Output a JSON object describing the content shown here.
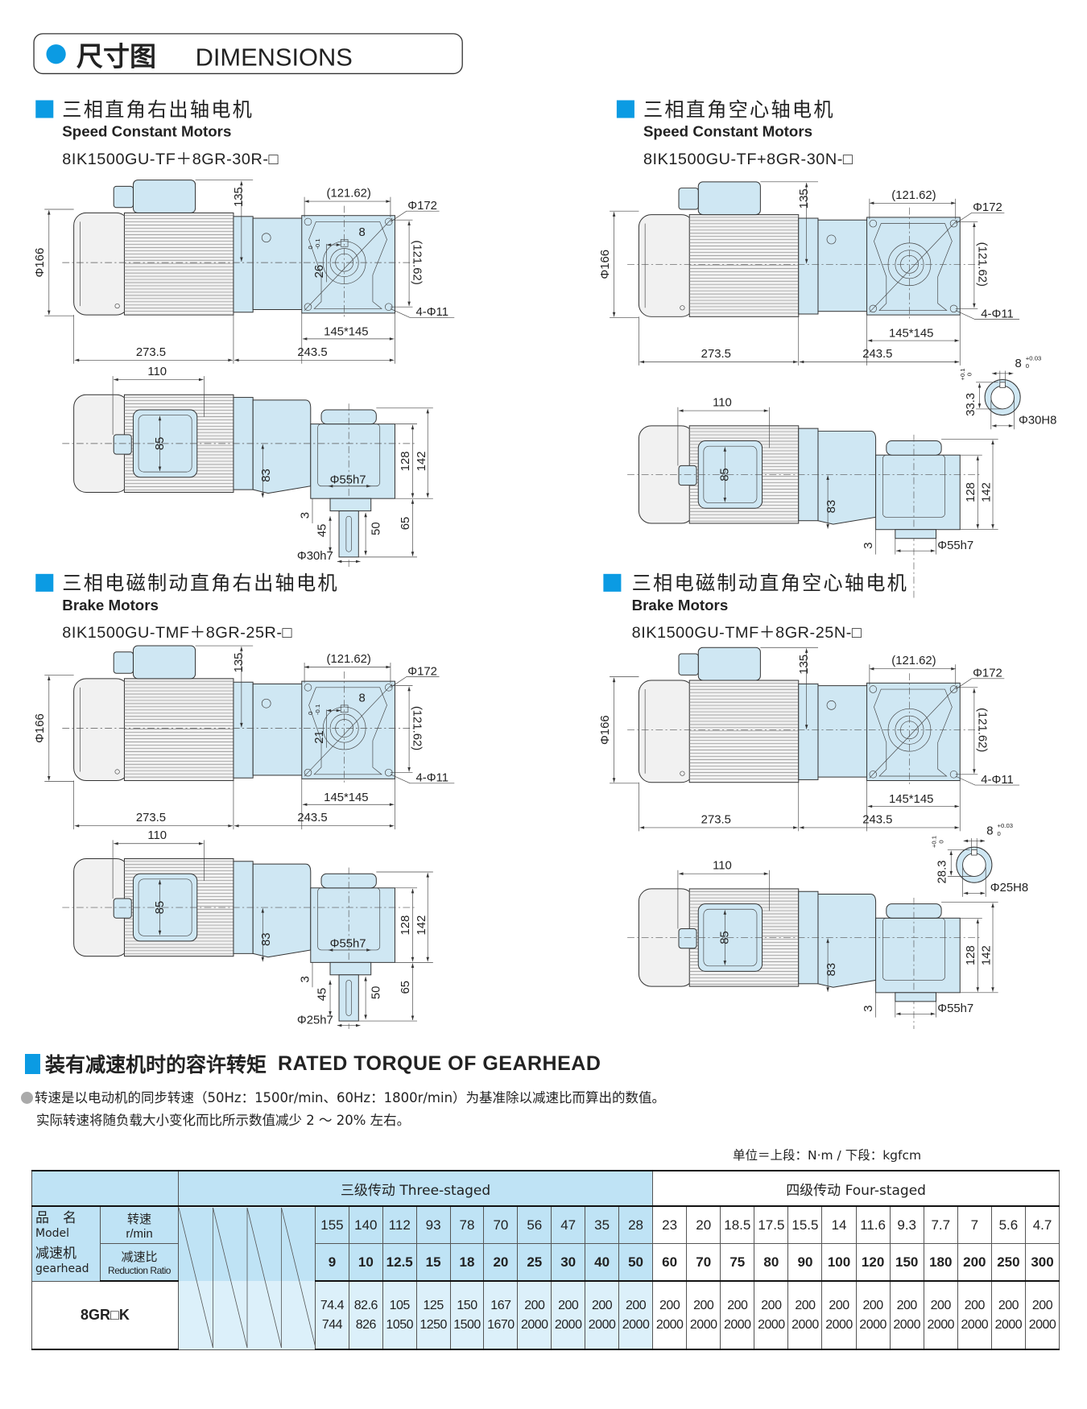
{
  "header": {
    "title_cn": "尺寸图",
    "title_en": "DIMENSIONS",
    "accent": "#0b9be3"
  },
  "quadrants": [
    {
      "title_cn": "三相直角右出轴电机",
      "title_en": "Speed Constant Motors",
      "model": "8IK1500GU-TF＋8GR-30R-□",
      "top": {
        "d166": "Φ166",
        "h135": "135",
        "w121": "(121.62)",
        "d172": "Φ172",
        "v121": "(121.62)",
        "holes": "4-Φ11",
        "sq": "145*145",
        "l1": "273.5",
        "l2": "243.5",
        "key_depth": "26",
        "key_depth_tol_upper": "0",
        "key_depth_tol_lower": "-0.1",
        "key_width": "8"
      },
      "bottom": {
        "w110": "110",
        "h85": "85",
        "h83": "83",
        "h128": "128",
        "h142": "142",
        "d55": "Φ55h7",
        "gap3": "3",
        "key_len": "45",
        "shaft_len": "50",
        "out65": "65",
        "shaft_d": "Φ30h7"
      }
    },
    {
      "title_cn": "三相直角空心轴电机",
      "title_en": "Speed Constant Motors",
      "model": "8IK1500GU-TF+8GR-30N-□",
      "top": {
        "d166": "Φ166",
        "h135": "135",
        "w121": "(121.62)",
        "d172": "Φ172",
        "v121": "(121.62)",
        "holes": "4-Φ11",
        "sq": "145*145",
        "l1": "273.5",
        "l2": "243.5"
      },
      "bottom": {
        "w110": "110",
        "h85": "85",
        "h83": "83",
        "h128": "128",
        "h142": "142",
        "d55": "Φ55h7",
        "gap3": "3"
      },
      "bore": {
        "width": "8",
        "width_tol_upper": "+0.03",
        "width_tol_lower": "0",
        "depth": "33.3",
        "depth_tol_upper": "+0.1",
        "depth_tol_lower": "0",
        "diameter": "Φ30H8"
      }
    },
    {
      "title_cn": "三相电磁制动直角右出轴电机",
      "title_en": "Brake Motors",
      "model": "8IK1500GU-TMF＋8GR-25R-□",
      "top": {
        "d166": "Φ166",
        "h135": "135",
        "w121": "(121.62)",
        "d172": "Φ172",
        "v121": "(121.62)",
        "holes": "4-Φ11",
        "sq": "145*145",
        "l1": "273.5",
        "l2": "243.5",
        "key_depth": "21",
        "key_depth_tol_upper": "0",
        "key_depth_tol_lower": "-0.1",
        "key_width": "8"
      },
      "bottom": {
        "w110": "110",
        "h85": "85",
        "h83": "83",
        "h128": "128",
        "h142": "142",
        "d55": "Φ55h7",
        "gap3": "3",
        "key_len": "45",
        "shaft_len": "50",
        "out65": "65",
        "shaft_d": "Φ25h7"
      }
    },
    {
      "title_cn": "三相电磁制动直角空心轴电机",
      "title_en": "Brake Motors",
      "model": "8IK1500GU-TMF＋8GR-25N-□",
      "top": {
        "d166": "Φ166",
        "h135": "135",
        "w121": "(121.62)",
        "d172": "Φ172",
        "v121": "(121.62)",
        "holes": "4-Φ11",
        "sq": "145*145",
        "l1": "273.5",
        "l2": "243.5"
      },
      "bottom": {
        "w110": "110",
        "h85": "85",
        "h83": "83",
        "h128": "128",
        "h142": "142",
        "d55": "Φ55h7",
        "gap3": "3"
      },
      "bore": {
        "width": "8",
        "width_tol_upper": "+0.03",
        "width_tol_lower": "0",
        "depth": "28.3",
        "depth_tol_upper": "+0.1",
        "depth_tol_lower": "0",
        "diameter": "Φ25H8"
      }
    }
  ],
  "torque": {
    "heading_cn": "装有减速机时的容许转矩",
    "heading_en": "RATED TORQUE OF GEARHEAD",
    "note1": "转速是以电动机的同步转速（50Hz：1500r/min、60Hz：1800r/min）为基准除以减速比而算出的数值。",
    "note2": "实际转速将随负载大小变化而比所示数值减少 2 ～ 20% 左右。",
    "unit": "单位＝上段：N·m / 下段：kgfcm",
    "three_staged": "三级传动   Three-staged",
    "four_staged": "四级传动   Four-staged",
    "label_model_cn": "品　名",
    "label_model_en": "Model",
    "label_gearhead_cn": "减速机",
    "label_gearhead_en": "gearhead",
    "label_speed_cn": "转速",
    "label_speed_en": "r/min",
    "label_ratio_cn": "减速比",
    "label_ratio_en": "Reduction Ratio",
    "model": "8GR□K",
    "speeds": [
      "155",
      "140",
      "112",
      "93",
      "78",
      "70",
      "56",
      "47",
      "35",
      "28",
      "23",
      "20",
      "18.5",
      "17.5",
      "15.5",
      "14",
      "11.6",
      "9.3",
      "7.7",
      "7",
      "5.6",
      "4.7"
    ],
    "ratios": [
      "9",
      "10",
      "12.5",
      "15",
      "18",
      "20",
      "25",
      "30",
      "40",
      "50",
      "60",
      "70",
      "75",
      "80",
      "90",
      "100",
      "120",
      "150",
      "180",
      "200",
      "250",
      "300"
    ],
    "torque_nm": [
      "74.4",
      "82.6",
      "105",
      "125",
      "150",
      "167",
      "200",
      "200",
      "200",
      "200",
      "200",
      "200",
      "200",
      "200",
      "200",
      "200",
      "200",
      "200",
      "200",
      "200",
      "200",
      "200"
    ],
    "torque_kgfcm": [
      "744",
      "826",
      "1050",
      "1250",
      "1500",
      "1670",
      "2000",
      "2000",
      "2000",
      "2000",
      "2000",
      "2000",
      "2000",
      "2000",
      "2000",
      "2000",
      "2000",
      "2000",
      "2000",
      "2000",
      "2000",
      "2000"
    ]
  }
}
